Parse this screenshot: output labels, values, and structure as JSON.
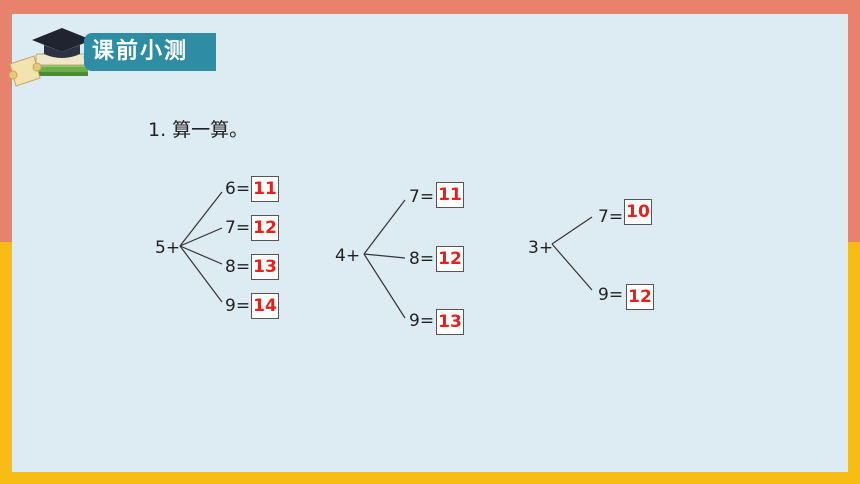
{
  "header": {
    "title": "课前小测"
  },
  "question": "1. 算一算。",
  "groups": [
    {
      "base": "5+",
      "items": [
        {
          "expr": "6=",
          "answer": "11"
        },
        {
          "expr": "7=",
          "answer": "12"
        },
        {
          "expr": "8=",
          "answer": "13"
        },
        {
          "expr": "9=",
          "answer": "14"
        }
      ]
    },
    {
      "base": "4+",
      "items": [
        {
          "expr": "7=",
          "answer": "11"
        },
        {
          "expr": "8=",
          "answer": "12"
        },
        {
          "expr": "9=",
          "answer": "13"
        }
      ]
    },
    {
      "base": "3+",
      "items": [
        {
          "expr": "7=",
          "answer": "10"
        },
        {
          "expr": "9=",
          "answer": "12"
        }
      ]
    }
  ],
  "colors": {
    "top_background": "#E8826C",
    "bottom_background": "#F7BC14",
    "panel": "#DDEBF3",
    "title_bar": "#2E8CA3",
    "answer": "#E8201C"
  },
  "icons": [
    "graduation-cap-icon",
    "books-icon",
    "scroll-icon"
  ]
}
